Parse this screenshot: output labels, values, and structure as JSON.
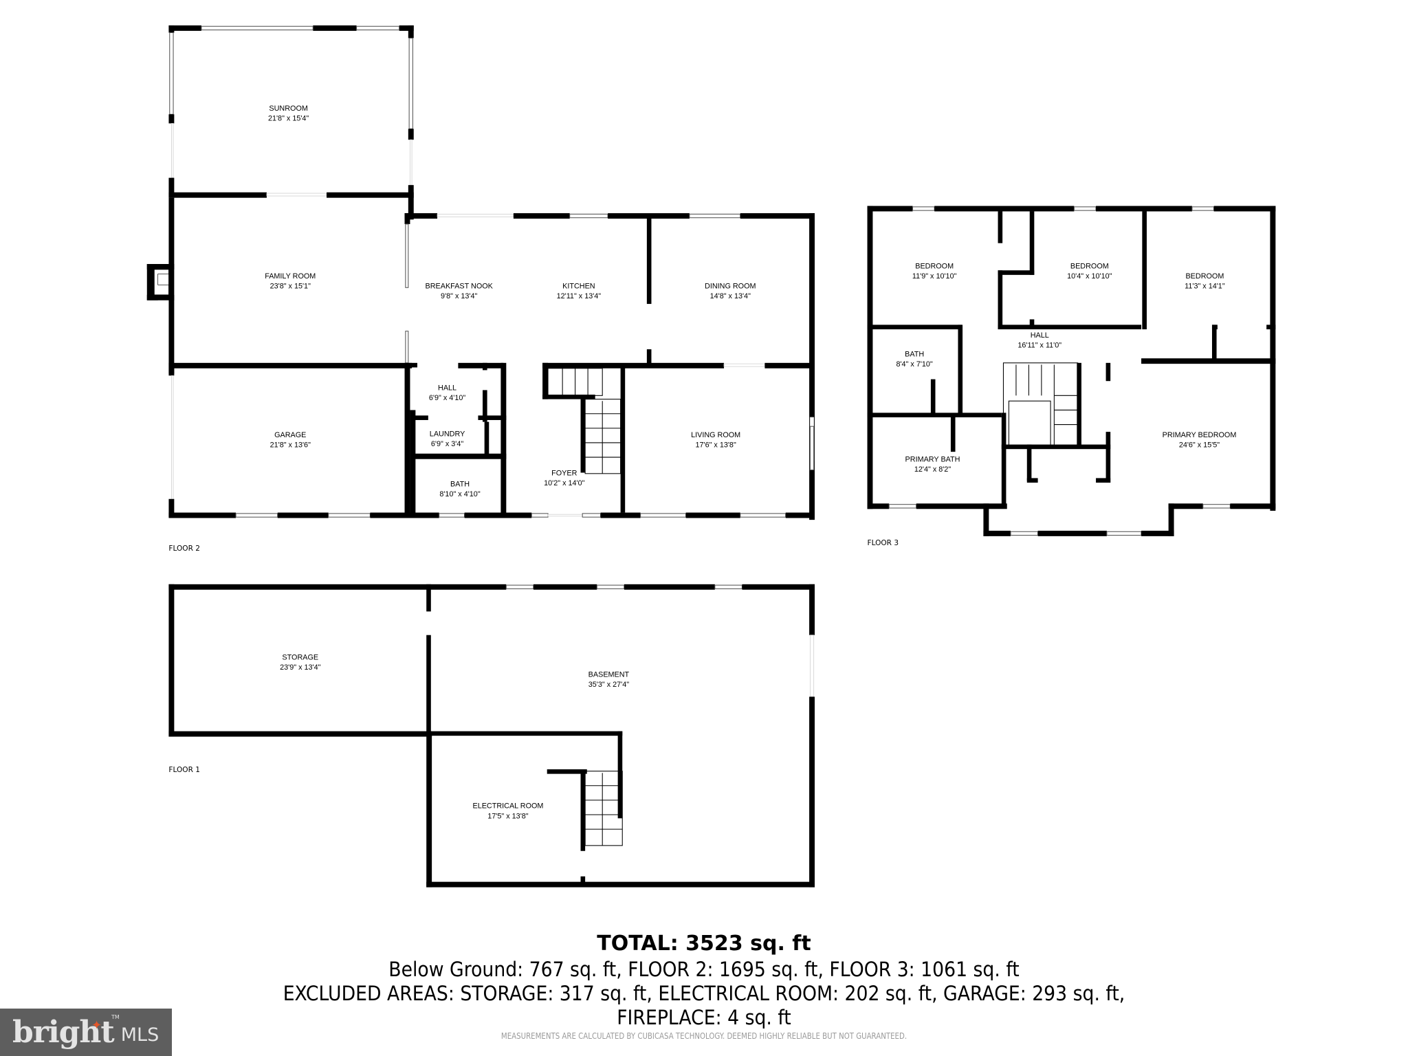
{
  "floors": {
    "floor2": {
      "label": "FLOOR 2",
      "rooms": [
        {
          "name": "SUNROOM",
          "dims": "21'8\" x 15'4\""
        },
        {
          "name": "FAMILY ROOM",
          "dims": "23'8\" x 15'1\""
        },
        {
          "name": "BREAKFAST NOOK",
          "dims": "9'8\" x 13'4\""
        },
        {
          "name": "KITCHEN",
          "dims": "12'11\" x 13'4\""
        },
        {
          "name": "DINING ROOM",
          "dims": "14'8\" x 13'4\""
        },
        {
          "name": "GARAGE",
          "dims": "21'8\" x 13'6\""
        },
        {
          "name": "HALL",
          "dims": "6'9\" x 4'10\""
        },
        {
          "name": "LAUNDRY",
          "dims": "6'9\" x 3'4\""
        },
        {
          "name": "BATH",
          "dims": "8'10\" x 4'10\""
        },
        {
          "name": "FOYER",
          "dims": "10'2\" x 14'0\""
        },
        {
          "name": "LIVING ROOM",
          "dims": "17'6\" x 13'8\""
        }
      ]
    },
    "floor3": {
      "label": "FLOOR 3",
      "rooms": [
        {
          "name": "BEDROOM",
          "dims": "11'9\" x 10'10\""
        },
        {
          "name": "BEDROOM",
          "dims": "10'4\" x 10'10\""
        },
        {
          "name": "BEDROOM",
          "dims": "11'3\" x 14'1\""
        },
        {
          "name": "HALL",
          "dims": "16'11\" x 11'0\""
        },
        {
          "name": "BATH",
          "dims": "8'4\" x 7'10\""
        },
        {
          "name": "PRIMARY BATH",
          "dims": "12'4\" x 8'2\""
        },
        {
          "name": "PRIMARY BEDROOM",
          "dims": "24'6\" x 15'5\""
        }
      ]
    },
    "floor1": {
      "label": "FLOOR 1",
      "rooms": [
        {
          "name": "STORAGE",
          "dims": "23'9\" x 13'4\""
        },
        {
          "name": "BASEMENT",
          "dims": "35'3\" x 27'4\""
        },
        {
          "name": "ELECTRICAL ROOM",
          "dims": "17'5\" x 13'8\""
        }
      ]
    }
  },
  "summary": {
    "total": "TOTAL: 3523 sq. ft",
    "line2": "Below Ground: 767 sq. ft, FLOOR 2: 1695 sq. ft, FLOOR 3: 1061 sq. ft",
    "line3": "EXCLUDED AREAS: STORAGE: 317 sq. ft, ELECTRICAL ROOM: 202 sq. ft, GARAGE: 293 sq. ft,",
    "line4": "FIREPLACE: 4 sq. ft",
    "disclaimer": "MEASUREMENTS ARE CALCULATED BY CUBICASA TECHNOLOGY. DEEMED HIGHLY RELIABLE BUT NOT GUARANTEED."
  },
  "logo": {
    "word": "bright",
    "tm": "TM",
    "suffix": "MLS",
    "bg_color": "#5e5e5e",
    "accent_color": "#e2572b"
  }
}
